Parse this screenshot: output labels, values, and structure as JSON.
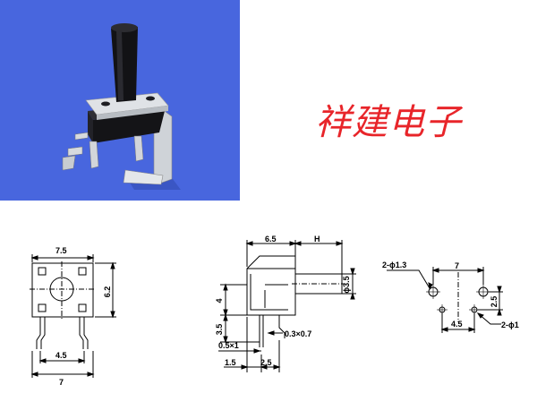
{
  "brand": {
    "text": "祥建电子",
    "color": "#e8252a"
  },
  "photo": {
    "background": "#4866de"
  },
  "front_view": {
    "width_label": "7.5",
    "height_label": "6.2",
    "pin_spacing_label": "4.5",
    "bottom_label": "7"
  },
  "side_view": {
    "body_label": "6.5",
    "stem_label": "H",
    "stem_dia_label": "ϕ3.5",
    "upper_label": "4",
    "lower_label": "3.5",
    "pin_label": "0.3×0.7",
    "tab_label": "0.5×1",
    "foot_label": "1.5",
    "offset_label": "2.5"
  },
  "footprint": {
    "width_label": "7",
    "mount_hole_label": "2-ϕ1.3",
    "pin_hole_label": "2-ϕ1",
    "v_spacing_label": "2.5",
    "h_spacing_label": "4.5"
  }
}
